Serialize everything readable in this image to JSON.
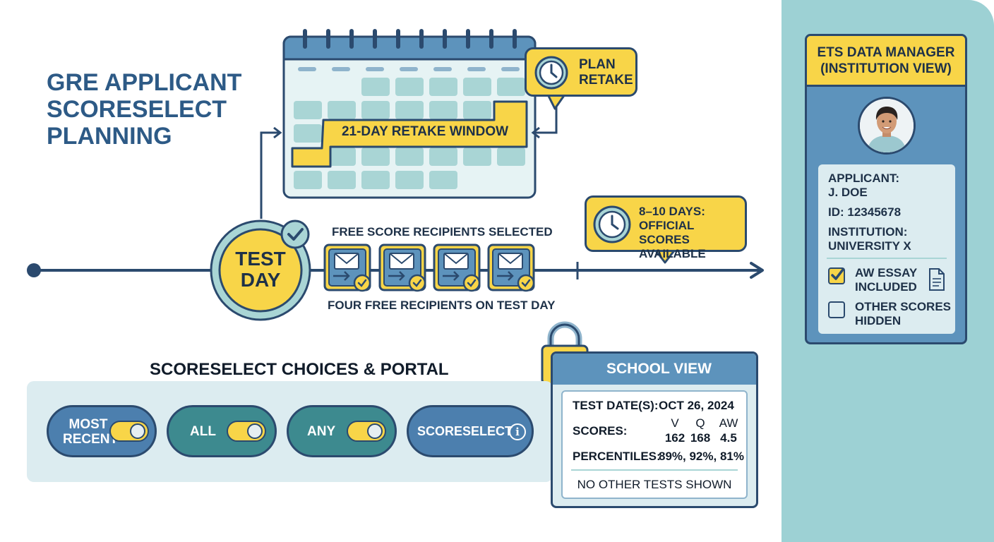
{
  "title": {
    "line1": "GRE APPLICANT",
    "line2": "SCORESELECT",
    "line3": "PLANNING"
  },
  "calendar": {
    "window_label": "21-DAY RETAKE WINDOW"
  },
  "plan_callout": {
    "line1": "PLAN",
    "line2": "RETAKE"
  },
  "timeline": {
    "test_day_line1": "TEST",
    "test_day_line2": "DAY",
    "free_selected": "FREE SCORE RECIPIENTS SELECTED",
    "four_free": "FOUR FREE RECIPIENTS ON TEST DAY",
    "recipient_count": 4
  },
  "days_callout": {
    "line1": "8–10 DAYS:",
    "line2": "OFFICIAL SCORES",
    "line3": "AVAILABLE"
  },
  "choices": {
    "title": "SCORESELECT CHOICES & PORTAL",
    "options": [
      {
        "line1": "MOST",
        "line2": "RECENT"
      },
      {
        "line1": "ALL"
      },
      {
        "line1": "ANY"
      },
      {
        "line1": "SCORESELECT"
      }
    ]
  },
  "school_view": {
    "header": "SCHOOL VIEW",
    "test_dates_label": "TEST DATE(S):",
    "test_dates_value": "OCT 26, 2024",
    "scores_label": "SCORES:",
    "score_headers": [
      "V",
      "Q",
      "AW"
    ],
    "score_values": [
      "162",
      "168",
      "4.5"
    ],
    "percentiles_label": "PERCENTILES:",
    "percentiles_value": "89%, 92%, 81%",
    "footer": "NO OTHER TESTS SHOWN"
  },
  "ets_manager": {
    "header_line1": "ETS DATA MANAGER",
    "header_line2": "(INSTITUTION VIEW)",
    "applicant_label": "APPLICANT:",
    "applicant_value": "J. DOE",
    "id_text": "ID: 12345678",
    "institution_label": "INSTITUTION:",
    "institution_value": "UNIVERSITY X",
    "checkbox1_line1": "AW ESSAY",
    "checkbox1_line2": "INCLUDED",
    "checkbox1_checked": true,
    "checkbox2_line1": "OTHER SCORES",
    "checkbox2_line2": "HIDDEN",
    "checkbox2_checked": false
  },
  "colors": {
    "navy": "#2b4a6e",
    "yellow": "#f8d548",
    "teal_cell": "#a9d5d5",
    "calendar_bg": "#e6f3f4",
    "blue_header": "#5d93bc",
    "pill_teal": "#3d8a8f",
    "pill_blue": "#4c7fae",
    "right_panel": "#9dd1d4"
  },
  "icons": [
    "calendar-icon",
    "clock-icon",
    "check-badge-icon",
    "envelope-icon",
    "lock-icon",
    "info-icon",
    "document-icon"
  ]
}
